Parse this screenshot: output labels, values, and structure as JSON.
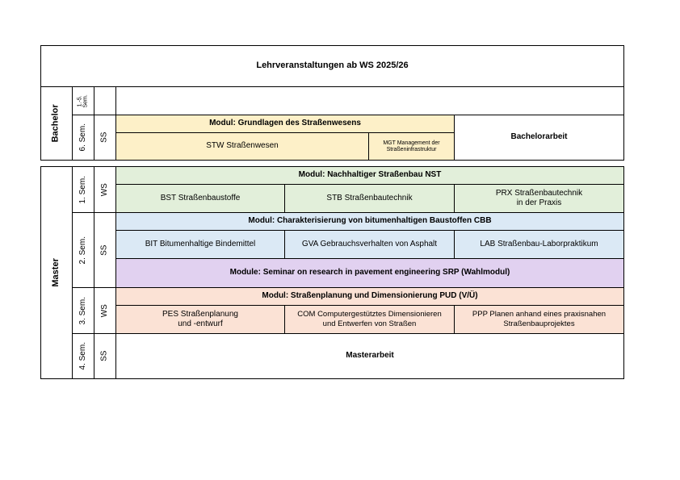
{
  "title": "Lehrveranstaltungen ab WS 2025/26",
  "bachelor": {
    "label": "Bachelor",
    "sem15": "1.-5. Sem.",
    "sem6": "6. Sem.",
    "sem6_term": "SS",
    "module_header": "Modul: Grundlagen des Straßenwesens",
    "stw": "STW Straßenwesen",
    "mgt_line1": "MGT Management der",
    "mgt_line2": "Straßeninfrastruktur",
    "thesis": "Bachelorarbeit"
  },
  "master": {
    "label": "Master",
    "sem1": "1. Sem.",
    "sem1_term": "WS",
    "sem2": "2. Sem.",
    "sem2_term": "SS",
    "sem3": "3. Sem.",
    "sem3_term": "WS",
    "sem4": "4. Sem.",
    "sem4_term": "SS",
    "nst_header": "Modul: Nachhaltiger Straßenbau NST",
    "bst": "BST Straßenbaustoffe",
    "stb": "STB Straßenbautechnik",
    "prx_line1": "PRX Straßenbautechnik",
    "prx_line2": "in der Praxis",
    "cbb_header": "Modul: Charakterisierung von bitumenhaltigen Baustoffen CBB",
    "bit": "BIT Bitumenhaltige Bindemittel",
    "gva": "GVA Gebrauchsverhalten von Asphalt",
    "lab": "LAB Straßenbau-Laborpraktikum",
    "srp": "Module: Seminar on research in pavement engineering SRP (Wahlmodul)",
    "pud_header": "Modul: Straßenplanung und Dimensionierung PUD (V/Ü)",
    "pes_line1": "PES Straßenplanung",
    "pes_line2": "und -entwurf",
    "com_line1": "COM Computergestütztes Dimensionieren",
    "com_line2": "und Entwerfen von Straßen",
    "ppp_line1": "PPP Planen anhand eines praxisnahen",
    "ppp_line2": "Straßenbauprojektes",
    "thesis": "Masterarbeit"
  }
}
